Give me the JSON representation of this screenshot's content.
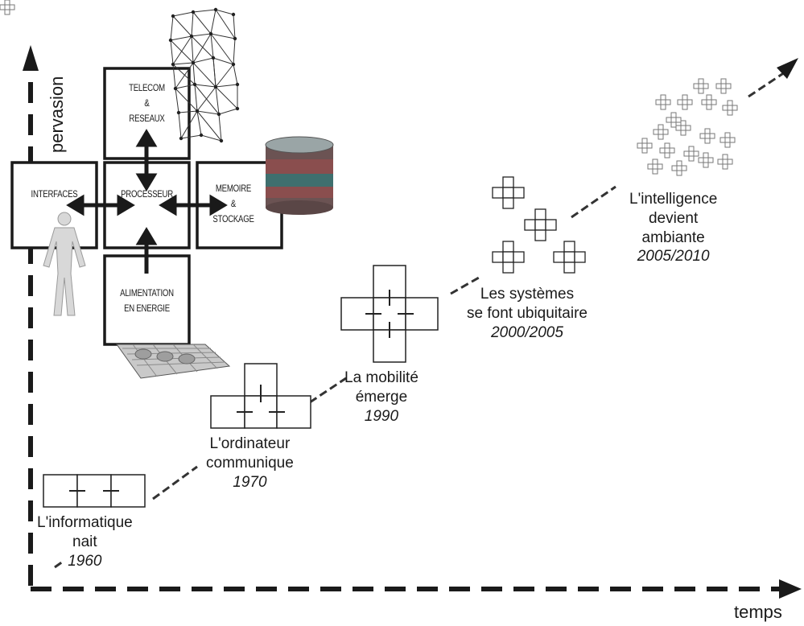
{
  "axes": {
    "y_label": "pervasion",
    "x_label": "temps"
  },
  "architecture": {
    "telecom": "TELECOM\n&\nRESEAUX",
    "interfaces": "INTERFACES",
    "processeur": "PROCESSEUR",
    "memoire": "MEMOIRE\n&\nSTOCKAGE",
    "alimentation": "ALIMENTATION\nEN ENERGIE"
  },
  "stages": [
    {
      "line1": "L'informatique",
      "line2": "nait",
      "year": "1960"
    },
    {
      "line1": "L'ordinateur",
      "line2": "communique",
      "year": "1970"
    },
    {
      "line1": "La mobilité",
      "line2": "émerge",
      "year": "1990"
    },
    {
      "line1": "Les systèmes",
      "line2": "se font ubiquitaire",
      "year": "2000/2005"
    },
    {
      "line1": "L'intelligence",
      "line2": "devient",
      "line3": "ambiante",
      "year": "2005/2010"
    }
  ],
  "colors": {
    "ink": "#1a1a1a",
    "stroke": "#222222",
    "storage_top": "#7d8a8c",
    "storage_band1": "#8a4e4e",
    "storage_band2": "#3f6f6e"
  }
}
